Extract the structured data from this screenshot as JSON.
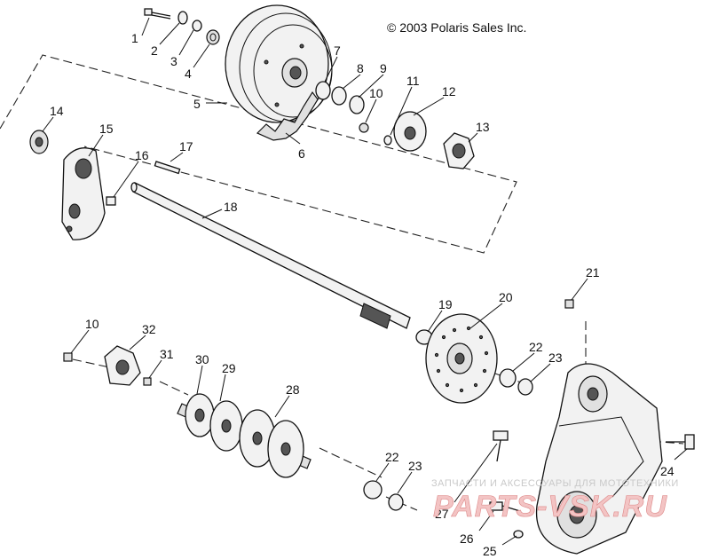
{
  "copyright": "© 2003 Polaris Sales Inc.",
  "watermark": {
    "line1": "ЗАПЧАСТИ И АКСЕССУАРЫ ДЛЯ МОТОТЕХНИКИ",
    "line2": "PARTS-VSK.RU"
  },
  "callouts": [
    {
      "id": "1",
      "label": "1"
    },
    {
      "id": "2",
      "label": "2"
    },
    {
      "id": "3",
      "label": "3"
    },
    {
      "id": "4",
      "label": "4"
    },
    {
      "id": "5",
      "label": "5"
    },
    {
      "id": "6",
      "label": "6"
    },
    {
      "id": "7",
      "label": "7"
    },
    {
      "id": "8",
      "label": "8"
    },
    {
      "id": "9",
      "label": "9"
    },
    {
      "id": "10a",
      "label": "10"
    },
    {
      "id": "11",
      "label": "11"
    },
    {
      "id": "12",
      "label": "12"
    },
    {
      "id": "13",
      "label": "13"
    },
    {
      "id": "14",
      "label": "14"
    },
    {
      "id": "15",
      "label": "15"
    },
    {
      "id": "16",
      "label": "16"
    },
    {
      "id": "17",
      "label": "17"
    },
    {
      "id": "18",
      "label": "18"
    },
    {
      "id": "19",
      "label": "19"
    },
    {
      "id": "20",
      "label": "20"
    },
    {
      "id": "21",
      "label": "21"
    },
    {
      "id": "22a",
      "label": "22"
    },
    {
      "id": "23a",
      "label": "23"
    },
    {
      "id": "10b",
      "label": "10"
    },
    {
      "id": "32",
      "label": "32"
    },
    {
      "id": "31",
      "label": "31"
    },
    {
      "id": "30",
      "label": "30"
    },
    {
      "id": "29",
      "label": "29"
    },
    {
      "id": "28",
      "label": "28"
    },
    {
      "id": "22b",
      "label": "22"
    },
    {
      "id": "23b",
      "label": "23"
    },
    {
      "id": "24",
      "label": "24"
    },
    {
      "id": "27",
      "label": "27"
    },
    {
      "id": "26",
      "label": "26"
    },
    {
      "id": "25",
      "label": "25"
    }
  ]
}
